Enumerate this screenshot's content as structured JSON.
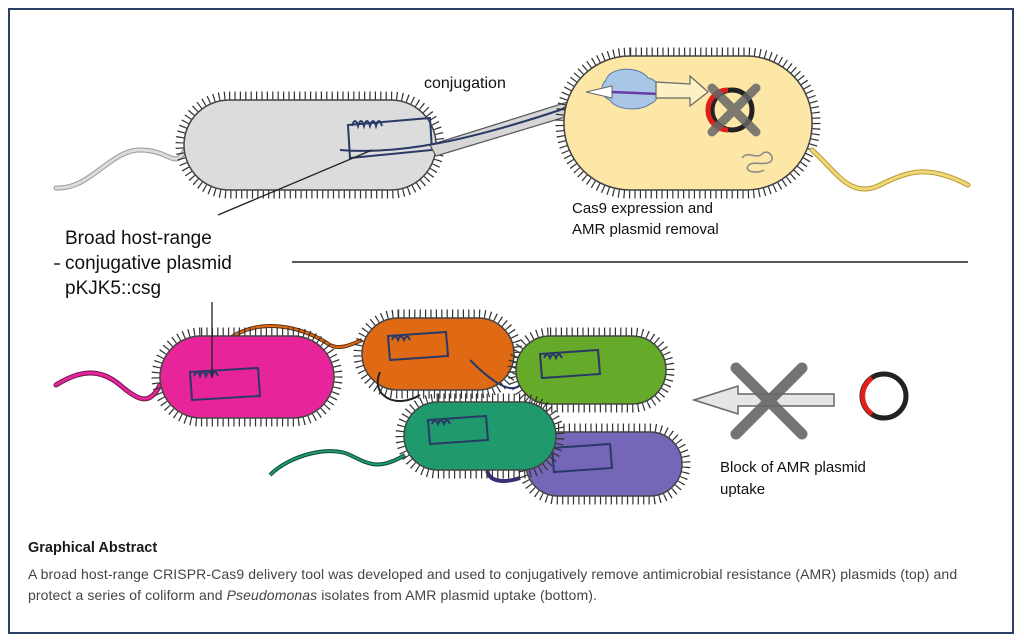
{
  "diagram": {
    "labels": {
      "conjugation": "conjugation",
      "cas9_line1": "Cas9 expression and",
      "cas9_line2": "AMR plasmid removal",
      "broad_line1": "Broad host-range",
      "broad_line2": "conjugative plasmid",
      "broad_line3": "pKJK5::csg",
      "block_line1": "Block of AMR plasmid",
      "block_line2": "uptake"
    },
    "colors": {
      "frame": "#2e3f66",
      "donor_cell": "#dcdcdc",
      "recipient_cell": "#fde7a6",
      "plasmid": "#2a3a66",
      "pink_cell": "#e8249a",
      "orange_cell": "#e06a14",
      "lime_cell": "#66aa2a",
      "teal_cell": "#1f9a6c",
      "purple_cell": "#7566b8",
      "amr_red": "#e0201c",
      "cross_gray": "#666666"
    }
  },
  "caption": {
    "title": "Graphical Abstract",
    "text_part1": "A broad host-range CRISPR-Cas9 delivery tool was developed and used to conjugatively remove antimicrobial resistance (AMR) plasmids (top) and protect a series of coliform and ",
    "text_italic": "Pseudomonas",
    "text_part2": " isolates from AMR plasmid uptake (bottom)."
  }
}
